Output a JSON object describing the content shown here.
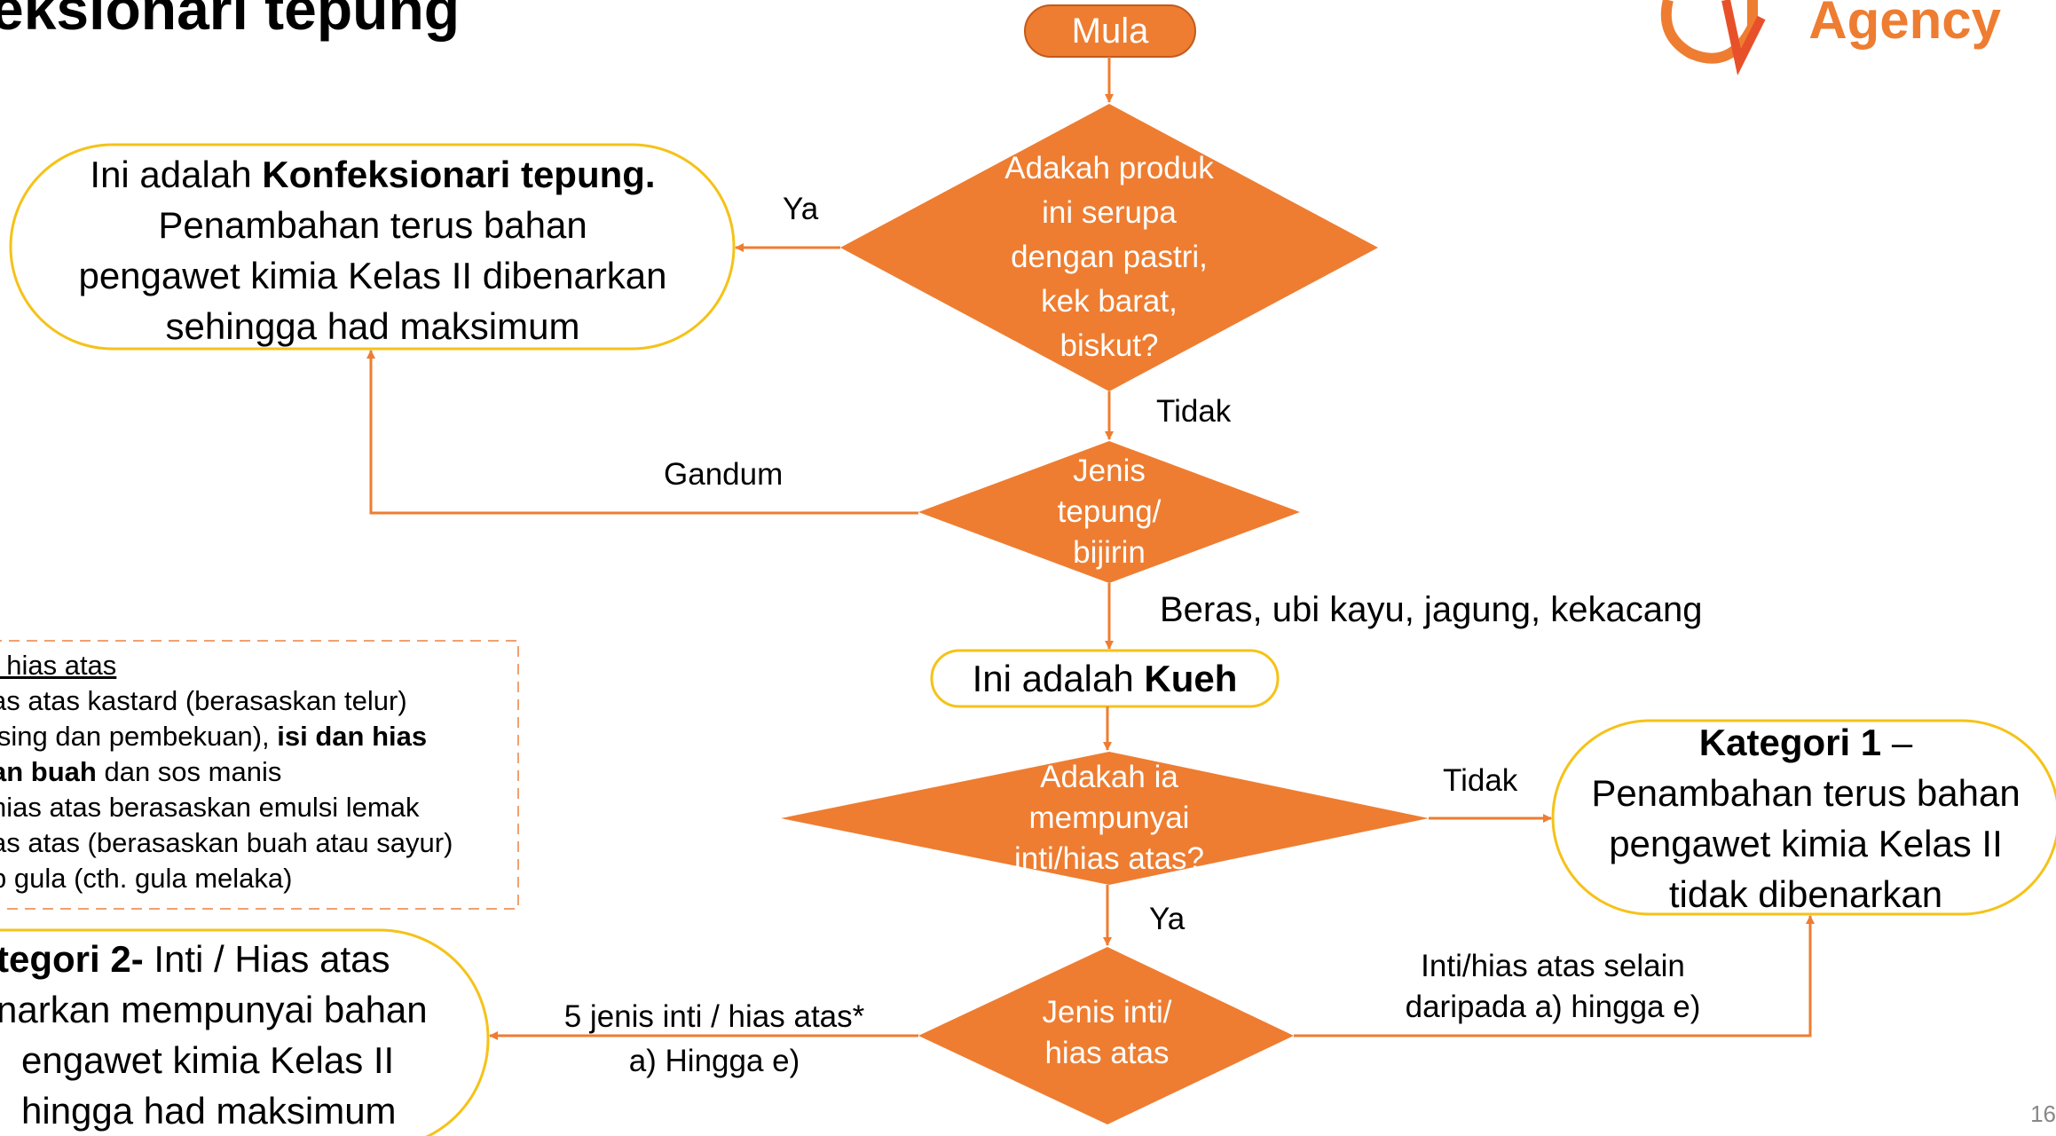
{
  "title": "eksionari tepung",
  "logo": {
    "text": "Agency",
    "color": "#ee7d31",
    "icon": "brand-logo-icon"
  },
  "colors": {
    "accent": "#ee7d31",
    "box_border": "#f5c218",
    "note_border": "#f0a070"
  },
  "nodes": {
    "start": "Mula",
    "d1_lines": [
      "Adakah produk",
      "ini serupa",
      "dengan pastri,",
      "kek barat,",
      "biskut?"
    ],
    "d2_lines": [
      "Jenis",
      "tepung/",
      "bijirin"
    ],
    "d3_lines": [
      "Adakah ia",
      "mempunyai",
      "inti/hias atas?"
    ],
    "d4_lines": [
      "Jenis inti/",
      "hias atas"
    ],
    "box1": {
      "prefix": "Ini adalah ",
      "bold": "Konfeksionari tepung.",
      "line2": "Penambahan terus bahan",
      "line3": "pengawet kimia Kelas II dibenarkan",
      "line4": "sehingga had maksimum"
    },
    "kueh": {
      "prefix": "Ini adalah ",
      "bold": "Kueh"
    },
    "kat1": {
      "bold": "Kategori 1",
      "dash": " –",
      "line2": "Penambahan terus bahan",
      "line3": "pengawet kimia Kelas II",
      "line4": "tidak dibenarkan"
    },
    "kat2": {
      "bold": "tegori 2-",
      "rest": " Inti / Hias atas",
      "line2": "narkan mempunyai bahan",
      "line3": "engawet kimia Kelas II",
      "line4": "hingga had maksimum"
    }
  },
  "edges": {
    "ya_1": "Ya",
    "tidak_1": "Tidak",
    "gandum": "Gandum",
    "beras": "Beras, ubi kayu, jagung, kekacang",
    "tidak_2": "Tidak",
    "ya_2": "Ya",
    "jenis5_l1": "5 jenis inti / hias atas*",
    "jenis5_l2": "a) Hingga e)",
    "selain_l1": "Inti/hias atas selain",
    "selain_l2": "daripada a) hingga e)"
  },
  "note": {
    "heading": "/ hias atas",
    "l1": "as atas kastard (berasaskan telur)",
    "l2a": "ising dan pembekuan), ",
    "l2b": "isi dan hias",
    "l3a": "an buah",
    "l3b": " dan sos manis",
    "l4": "hias atas berasaskan emulsi lemak",
    "l5": "as atas (berasaskan buah atau sayur)",
    "l6": "p gula (cth. gula melaka)"
  },
  "page_number": "16"
}
